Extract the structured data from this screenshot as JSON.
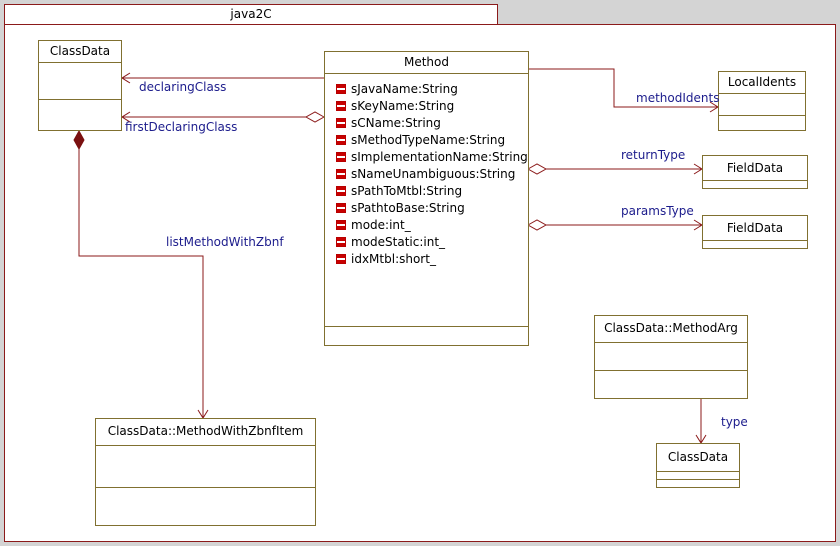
{
  "package": {
    "name": "java2C"
  },
  "classes": {
    "classdata_top": {
      "name": "ClassData"
    },
    "method": {
      "name": "Method",
      "attributes": [
        "sJavaName:String",
        "sKeyName:String",
        "sCName:String",
        "sMethodTypeName:String",
        "sImplementationName:String",
        "sNameUnambiguous:String",
        "sPathToMtbl:String",
        "sPathtoBase:String",
        "mode:int_",
        "modeStatic:int_",
        "idxMtbl:short_"
      ]
    },
    "localidents": {
      "name": "LocalIdents"
    },
    "fielddata_return": {
      "name": "FieldData"
    },
    "fielddata_params": {
      "name": "FieldData"
    },
    "methodarg": {
      "name": "ClassData::MethodArg"
    },
    "classdata_bottom": {
      "name": "ClassData"
    },
    "methodwithzbnfitem": {
      "name": "ClassData::MethodWithZbnfItem"
    }
  },
  "associations": {
    "declaringClass": "declaringClass",
    "firstDeclaringClass": "firstDeclaringClass",
    "methodIdents": "methodIdents",
    "returnType": "returnType",
    "paramsType": "paramsType",
    "listMethodWithZbnf": "listMethodWithZbnf",
    "type": "type"
  },
  "colors": {
    "frame": "#8b1a1a",
    "class_border": "#807030",
    "link": "#8b1a1a",
    "label": "#1c1c8c"
  }
}
